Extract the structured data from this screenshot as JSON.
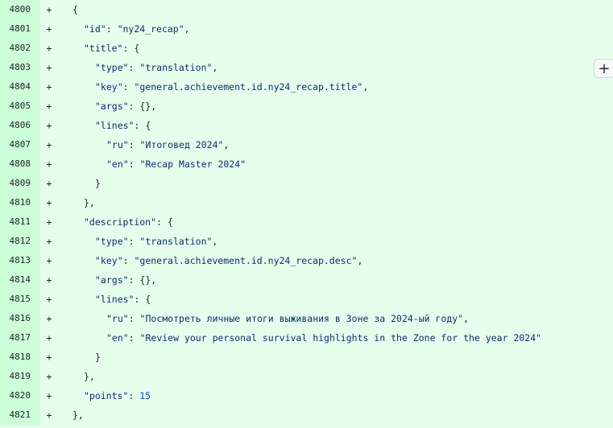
{
  "diff_lines": [
    {
      "num": "4800",
      "marker": "+",
      "indent": 1,
      "tokens": [
        [
          "p",
          "{"
        ]
      ]
    },
    {
      "num": "4801",
      "marker": "+",
      "indent": 2,
      "tokens": [
        [
          "k",
          "\"id\""
        ],
        [
          "p",
          ": "
        ],
        [
          "s",
          "\"ny24_recap\""
        ],
        [
          "p",
          ","
        ]
      ]
    },
    {
      "num": "4802",
      "marker": "+",
      "indent": 2,
      "tokens": [
        [
          "k",
          "\"title\""
        ],
        [
          "p",
          ": {"
        ]
      ]
    },
    {
      "num": "4803",
      "marker": "+",
      "indent": 3,
      "tokens": [
        [
          "k",
          "\"type\""
        ],
        [
          "p",
          ": "
        ],
        [
          "s",
          "\"translation\""
        ],
        [
          "p",
          ","
        ]
      ]
    },
    {
      "num": "4804",
      "marker": "+",
      "indent": 3,
      "tokens": [
        [
          "k",
          "\"key\""
        ],
        [
          "p",
          ": "
        ],
        [
          "s",
          "\"general.achievement.id.ny24_recap.title\""
        ],
        [
          "p",
          ","
        ]
      ]
    },
    {
      "num": "4805",
      "marker": "+",
      "indent": 3,
      "tokens": [
        [
          "k",
          "\"args\""
        ],
        [
          "p",
          ": {},"
        ]
      ]
    },
    {
      "num": "4806",
      "marker": "+",
      "indent": 3,
      "tokens": [
        [
          "k",
          "\"lines\""
        ],
        [
          "p",
          ": {"
        ]
      ]
    },
    {
      "num": "4807",
      "marker": "+",
      "indent": 4,
      "tokens": [
        [
          "k",
          "\"ru\""
        ],
        [
          "p",
          ": "
        ],
        [
          "s",
          "\"Итоговед 2024\""
        ],
        [
          "p",
          ","
        ]
      ]
    },
    {
      "num": "4808",
      "marker": "+",
      "indent": 4,
      "tokens": [
        [
          "k",
          "\"en\""
        ],
        [
          "p",
          ": "
        ],
        [
          "s",
          "\"Recap Master 2024\""
        ]
      ]
    },
    {
      "num": "4809",
      "marker": "+",
      "indent": 3,
      "tokens": [
        [
          "p",
          "}"
        ]
      ]
    },
    {
      "num": "4810",
      "marker": "+",
      "indent": 2,
      "tokens": [
        [
          "p",
          "},"
        ]
      ]
    },
    {
      "num": "4811",
      "marker": "+",
      "indent": 2,
      "tokens": [
        [
          "k",
          "\"description\""
        ],
        [
          "p",
          ": {"
        ]
      ]
    },
    {
      "num": "4812",
      "marker": "+",
      "indent": 3,
      "tokens": [
        [
          "k",
          "\"type\""
        ],
        [
          "p",
          ": "
        ],
        [
          "s",
          "\"translation\""
        ],
        [
          "p",
          ","
        ]
      ]
    },
    {
      "num": "4813",
      "marker": "+",
      "indent": 3,
      "tokens": [
        [
          "k",
          "\"key\""
        ],
        [
          "p",
          ": "
        ],
        [
          "s",
          "\"general.achievement.id.ny24_recap.desc\""
        ],
        [
          "p",
          ","
        ]
      ]
    },
    {
      "num": "4814",
      "marker": "+",
      "indent": 3,
      "tokens": [
        [
          "k",
          "\"args\""
        ],
        [
          "p",
          ": {},"
        ]
      ]
    },
    {
      "num": "4815",
      "marker": "+",
      "indent": 3,
      "tokens": [
        [
          "k",
          "\"lines\""
        ],
        [
          "p",
          ": {"
        ]
      ]
    },
    {
      "num": "4816",
      "marker": "+",
      "indent": 4,
      "tokens": [
        [
          "k",
          "\"ru\""
        ],
        [
          "p",
          ": "
        ],
        [
          "s",
          "\"Посмотреть личные итоги выживания в Зоне за 2024-ый году\""
        ],
        [
          "p",
          ","
        ]
      ]
    },
    {
      "num": "4817",
      "marker": "+",
      "indent": 4,
      "tokens": [
        [
          "k",
          "\"en\""
        ],
        [
          "p",
          ": "
        ],
        [
          "s",
          "\"Review your personal survival highlights in the Zone for the year 2024\""
        ]
      ]
    },
    {
      "num": "4818",
      "marker": "+",
      "indent": 3,
      "tokens": [
        [
          "p",
          "}"
        ]
      ]
    },
    {
      "num": "4819",
      "marker": "+",
      "indent": 2,
      "tokens": [
        [
          "p",
          "},"
        ]
      ]
    },
    {
      "num": "4820",
      "marker": "+",
      "indent": 2,
      "tokens": [
        [
          "k",
          "\"points\""
        ],
        [
          "p",
          ": "
        ],
        [
          "n",
          "15"
        ]
      ]
    },
    {
      "num": "4821",
      "marker": "+",
      "indent": 1,
      "tokens": [
        [
          "p",
          "},"
        ]
      ]
    }
  ],
  "expand_button": {
    "icon": "plus-icon",
    "label": "+"
  },
  "colors": {
    "added_bg": "#e6ffec",
    "added_gutter": "#ccffd8",
    "token_string": "#0a3069",
    "token_number": "#0550ae"
  }
}
